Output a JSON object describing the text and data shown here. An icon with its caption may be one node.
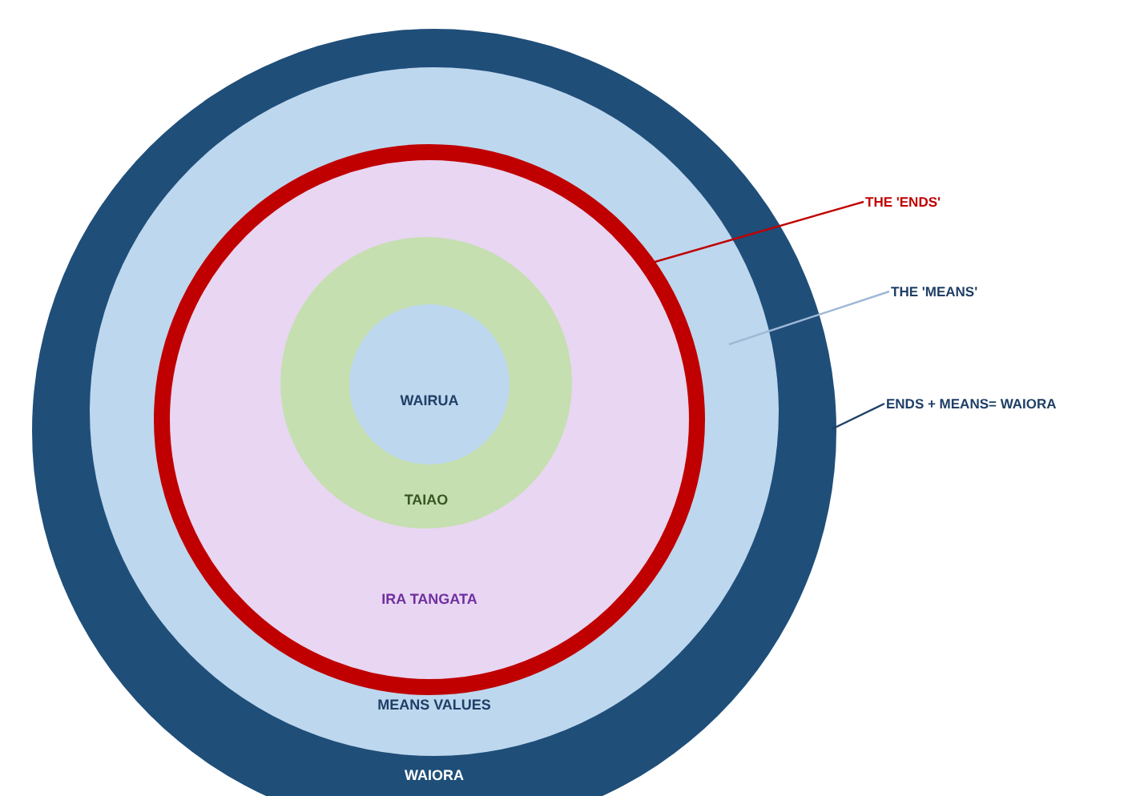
{
  "diagram": {
    "nodes": [
      {
        "text": [
          "WAIORA"
        ]
      },
      {
        "text": [
          "MEANS VALUES"
        ],
        "in": 0
      },
      {
        "text": [
          "IRA TANGATA"
        ],
        "in": 1
      },
      {
        "text": [
          "TAIAO"
        ],
        "in": 2
      },
      {
        "text": [
          "WAIRUA"
        ],
        "in": 3
      },
      {
        "text": [
          "THE 'ENDS'"
        ]
      },
      {
        "text": [
          "THE 'MEANS'"
        ]
      },
      {
        "text": [
          "ENDS + MEANS= WAIORA"
        ]
      }
    ],
    "edges": [
      {
        "from": 5,
        "to": 2,
        "arrow": "none",
        "color": "#c00000"
      },
      {
        "from": 6,
        "to": 1,
        "arrow": "none",
        "color": "#9fb9d6"
      },
      {
        "from": 7,
        "to": 0,
        "arrow": "none",
        "color": "#1f3f66"
      }
    ]
  }
}
